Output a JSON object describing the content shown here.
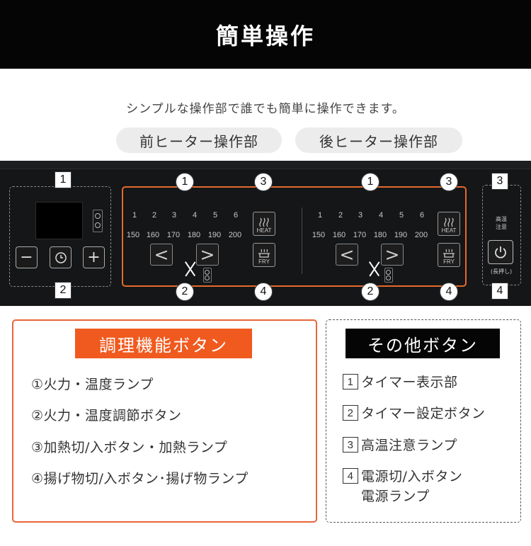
{
  "header": {
    "title": "簡単操作"
  },
  "subtitle": "シンプルな操作部で誰でも簡単に操作できます。",
  "tabs": {
    "front": "前ヒーター操作部",
    "rear": "後ヒーター操作部"
  },
  "panel": {
    "timer": {
      "minus_symbol": "−",
      "plus_symbol": "+",
      "timer_icon": "clock-icon"
    },
    "levels": [
      "1",
      "2",
      "3",
      "4",
      "5",
      "6"
    ],
    "temperatures": [
      "150",
      "160",
      "170",
      "180",
      "190",
      "200"
    ],
    "arrows": {
      "down": "<",
      "up": ">"
    },
    "heat_label": "HEAT",
    "fry_label": "FRY",
    "caution": [
      "高温",
      "注意"
    ],
    "long_press": "(長押し)",
    "accent_color": "#e36a2d"
  },
  "callouts": {
    "square": [
      "1",
      "2",
      "3",
      "4"
    ],
    "circle": [
      "1",
      "2",
      "3",
      "4"
    ]
  },
  "cooking_box": {
    "title": "調理機能ボタン",
    "color": "#f05a1f",
    "items": [
      "①火力・温度ランプ",
      "②火力・温度調節ボタン",
      "③加熱切/入ボタン・加熱ランプ",
      "④揚げ物切/入ボタン･揚げ物ランプ"
    ]
  },
  "other_box": {
    "title": "その他ボタン",
    "items": [
      {
        "num": "1",
        "text": "タイマー表示部"
      },
      {
        "num": "2",
        "text": "タイマー設定ボタン"
      },
      {
        "num": "3",
        "text": "高温注意ランプ"
      },
      {
        "num": "4",
        "text": "電源切/入ボタン",
        "text2": "電源ランプ"
      }
    ]
  }
}
